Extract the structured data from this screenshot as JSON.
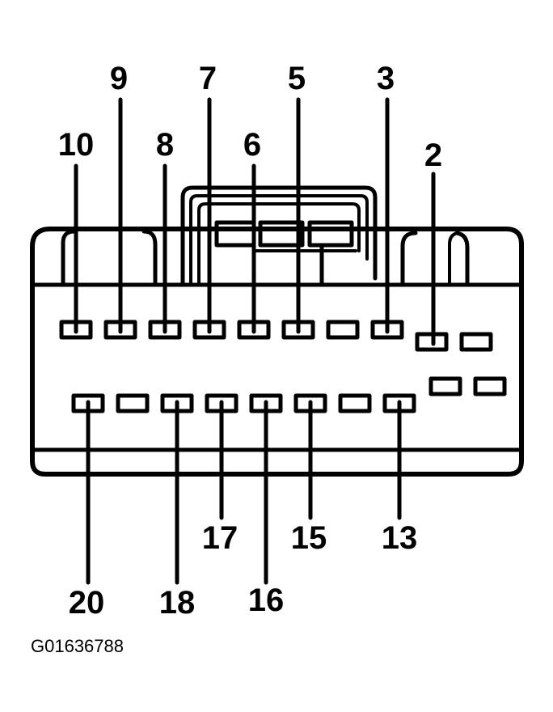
{
  "figure_id": "G01636788",
  "labels": {
    "p10": "10",
    "p9": "9",
    "p8": "8",
    "p7": "7",
    "p6": "6",
    "p5": "5",
    "p3": "3",
    "p2": "2",
    "p20": "20",
    "p18": "18",
    "p17": "17",
    "p16": "16",
    "p15": "15",
    "p13": "13"
  },
  "colors": {
    "ink": "#000000",
    "background": "#ffffff"
  }
}
